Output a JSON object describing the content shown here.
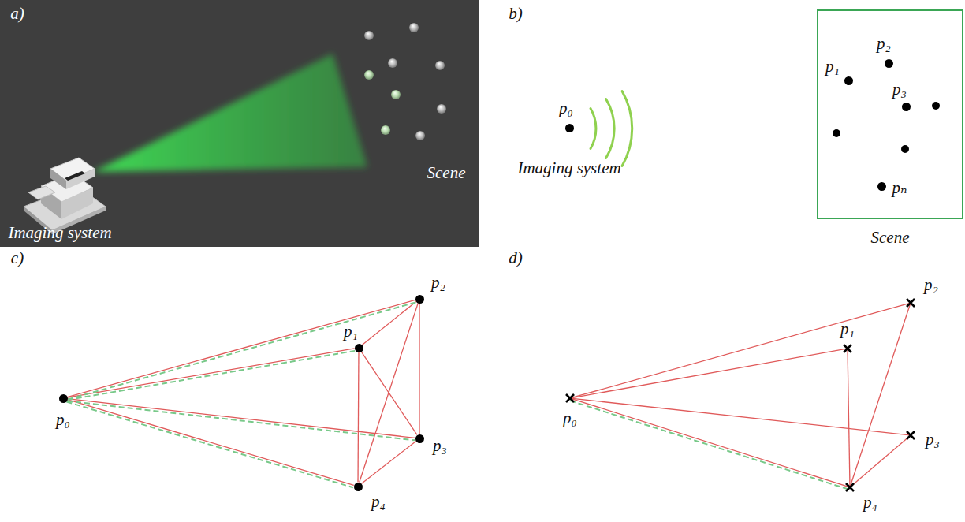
{
  "diagram": {
    "nodes": [
      {
        "text": [
          "p₀"
        ]
      },
      {
        "text": [
          "Scene"
        ]
      },
      {
        "text": [
          "p₁"
        ],
        "in": 1
      },
      {
        "text": [
          "p₂"
        ],
        "in": 1
      },
      {
        "text": [
          "p₃"
        ],
        "in": 1
      },
      {
        "text": [
          "pₙ"
        ],
        "in": 1
      },
      {
        "text": [
          "p₀"
        ]
      },
      {
        "text": [
          "p₁"
        ]
      },
      {
        "text": [
          "p₂"
        ]
      },
      {
        "text": [
          "p₃"
        ]
      },
      {
        "text": [
          "p₄"
        ]
      },
      {
        "text": [
          "p₀"
        ]
      },
      {
        "text": [
          "p₁"
        ]
      },
      {
        "text": [
          "p₂"
        ]
      },
      {
        "text": [
          "p₃"
        ]
      },
      {
        "text": [
          "p₄"
        ]
      }
    ],
    "edges": [
      {
        "from": 6,
        "to": 7,
        "arrow": "none"
      },
      {
        "from": 6,
        "to": 8,
        "arrow": "none"
      },
      {
        "from": 6,
        "to": 9,
        "arrow": "none"
      },
      {
        "from": 6,
        "to": 10,
        "arrow": "none"
      },
      {
        "from": 7,
        "to": 8,
        "arrow": "none"
      },
      {
        "from": 7,
        "to": 9,
        "arrow": "none"
      },
      {
        "from": 7,
        "to": 10,
        "arrow": "none"
      },
      {
        "from": 8,
        "to": 9,
        "arrow": "none"
      },
      {
        "from": 8,
        "to": 10,
        "arrow": "none"
      },
      {
        "from": 9,
        "to": 10,
        "arrow": "none"
      },
      {
        "from": 6,
        "to": 7,
        "arrow": "none"
      },
      {
        "from": 6,
        "to": 8,
        "arrow": "none"
      },
      {
        "from": 6,
        "to": 9,
        "arrow": "none"
      },
      {
        "from": 6,
        "to": 10,
        "arrow": "none"
      },
      {
        "from": 11,
        "to": 12,
        "arrow": "none"
      },
      {
        "from": 11,
        "to": 13,
        "arrow": "none"
      },
      {
        "from": 11,
        "to": 14,
        "arrow": "none"
      },
      {
        "from": 11,
        "to": 15,
        "arrow": "none"
      },
      {
        "from": 12,
        "to": 15,
        "arrow": "none"
      },
      {
        "from": 13,
        "to": 15,
        "arrow": "none"
      },
      {
        "from": 14,
        "to": 15,
        "arrow": "none"
      },
      {
        "from": 11,
        "to": 15,
        "arrow": "none"
      }
    ],
    "labels": [
      "a)",
      "Scene",
      "Imaging system",
      "b)",
      "Imaging system",
      "c)",
      "d)"
    ]
  }
}
